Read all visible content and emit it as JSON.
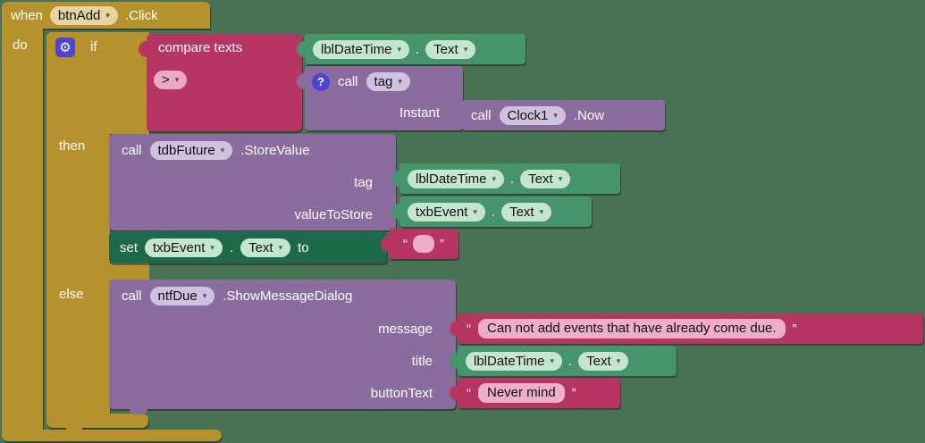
{
  "icons": {
    "dropdown_arrow": "▾",
    "gear": "⚙",
    "help": "?"
  },
  "quote_open": "“",
  "quote_close": "”",
  "when_block": {
    "when": "when",
    "component": "btnAdd",
    "event": ".Click",
    "do": "do"
  },
  "if_block": {
    "if": "if",
    "then": "then",
    "else": "else"
  },
  "condition": {
    "compare_label": "compare texts",
    "operator": ">",
    "left_getter": {
      "component": "lblDateTime",
      "dot": ".",
      "property": "Text"
    },
    "call_tag": {
      "call": "call",
      "procedure": "tag",
      "param": "Instant"
    },
    "clock_call": {
      "call": "call",
      "component": "Clock1",
      "method": ".Now"
    }
  },
  "then_section": {
    "store_call": {
      "call": "call",
      "component": "tdbFuture",
      "method": ".StoreValue",
      "params": [
        "tag",
        "valueToStore"
      ]
    },
    "tag_getter": {
      "component": "lblDateTime",
      "dot": ".",
      "property": "Text"
    },
    "value_getter": {
      "component": "txbEvent",
      "dot": ".",
      "property": "Text"
    },
    "set_block": {
      "set": "set",
      "component": "txbEvent",
      "dot": ".",
      "property": "Text",
      "to": "to",
      "value": ""
    }
  },
  "else_section": {
    "dialog_call": {
      "call": "call",
      "component": "ntfDue",
      "method": ".ShowMessageDialog",
      "params": [
        "message",
        "title",
        "buttonText"
      ]
    },
    "message_value": "Can not add events that have already come due.",
    "title_getter": {
      "component": "lblDateTime",
      "dot": ".",
      "property": "Text"
    },
    "button_text_value": "Never mind"
  },
  "colors": {
    "background": "#497153",
    "event_gold": "#b5922d",
    "text_magenta": "#b73562",
    "component_teal": "#45946c",
    "procedure_purple": "#8b6c9e",
    "setter_green": "#1e694a"
  }
}
